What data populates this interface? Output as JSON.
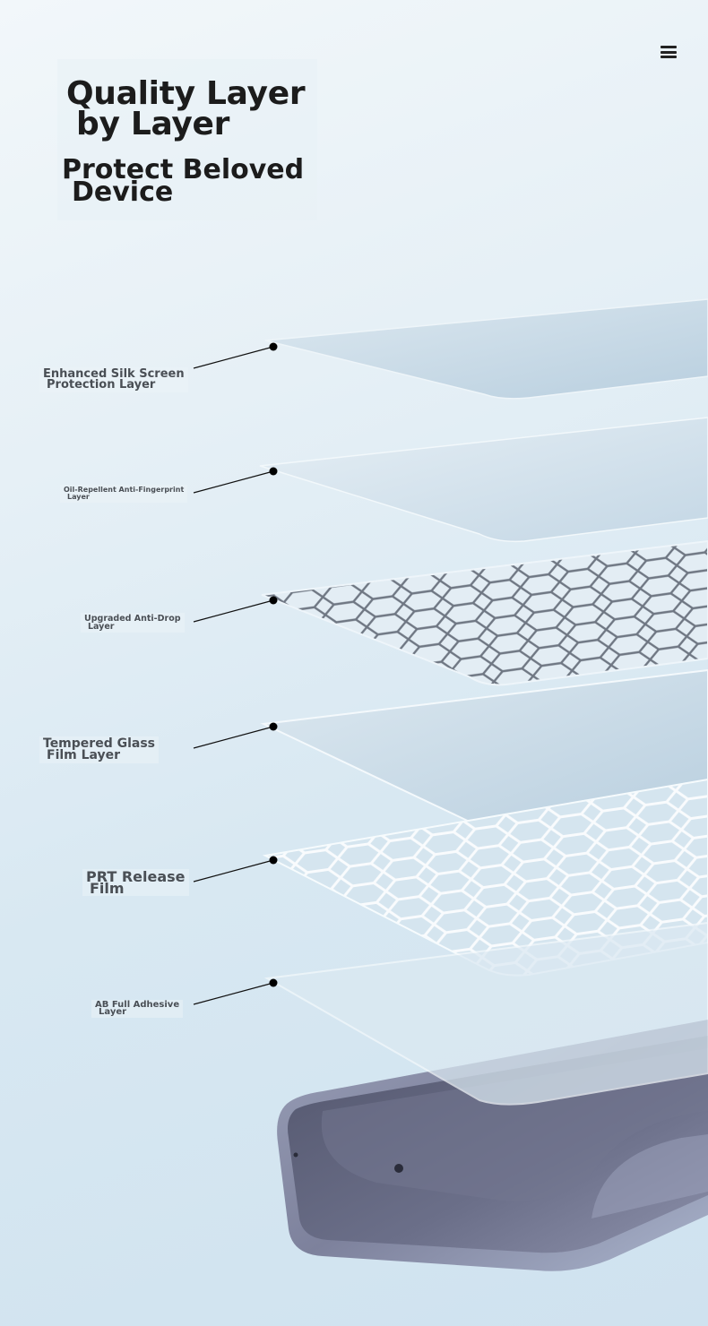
{
  "header": {
    "title_line1": "Quality Layer",
    "title_line2": "by Layer",
    "subtitle_line1": "Protect Beloved",
    "subtitle_line2": "Device"
  },
  "layers": [
    {
      "line1": "Enhanced Silk Screen",
      "line2": "Protection Layer"
    },
    {
      "line1": "Oil-Repellent Anti-Fingerprint",
      "line2": "Layer"
    },
    {
      "line1": "Upgraded Anti-Drop",
      "line2": "Layer"
    },
    {
      "line1": "Tempered Glass",
      "line2": "Film Layer"
    },
    {
      "line1": "PRT Release",
      "line2": "Film"
    },
    {
      "line1": "AB Full Adhesive",
      "line2": "Layer"
    }
  ],
  "icons": {
    "menu": "hamburger-menu-icon"
  },
  "colors": {
    "background": "#e3eef5",
    "title_text": "#1c1c1c",
    "label_text": "#4a4f55",
    "layer_sheet": "#c9dbe7",
    "phone_body": "#8a8ea6",
    "phone_screen": "#5c5f78"
  }
}
